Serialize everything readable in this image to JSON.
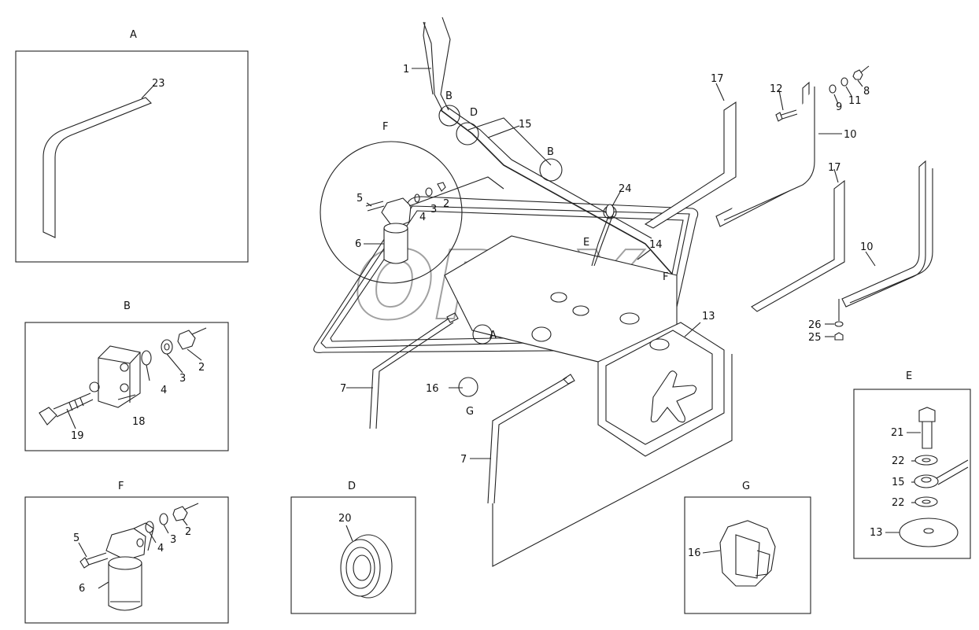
{
  "watermark": "OPEX",
  "views": {
    "A": {
      "title": "A",
      "parts": [
        "23"
      ]
    },
    "B": {
      "title": "B",
      "parts": [
        "2",
        "3",
        "4",
        "18",
        "19"
      ]
    },
    "F": {
      "title": "F",
      "parts": [
        "2",
        "3",
        "4",
        "5",
        "6"
      ]
    },
    "D": {
      "title": "D",
      "parts": [
        "20"
      ]
    },
    "G": {
      "title": "G",
      "parts": [
        "16"
      ]
    },
    "E": {
      "title": "E",
      "parts": [
        "21",
        "22",
        "15",
        "22",
        "13"
      ]
    }
  },
  "main": {
    "callouts": [
      "1",
      "B",
      "D",
      "15",
      "F",
      "5",
      "3",
      "2",
      "4",
      "6",
      "B",
      "24",
      "E",
      "14",
      "F",
      "A",
      "16",
      "G",
      "7",
      "7",
      "13",
      "17",
      "12",
      "10",
      "9",
      "11",
      "8",
      "17",
      "10",
      "26",
      "25"
    ]
  }
}
